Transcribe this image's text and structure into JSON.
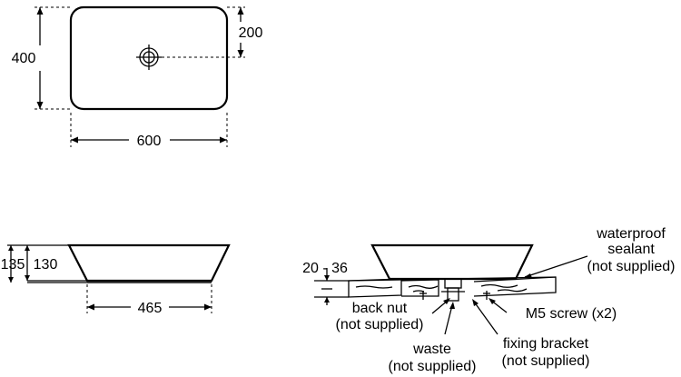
{
  "top_view": {
    "dim_depth": "400",
    "dim_waste_offset": "200",
    "dim_width": "600"
  },
  "side_view": {
    "dim_overall_height": "135",
    "dim_bowl_height": "130",
    "dim_base_width": "465"
  },
  "installation_view": {
    "dim_worktop_thickness": "20 - 36",
    "labels": {
      "sealant_line1": "waterproof",
      "sealant_line2": "sealant",
      "sealant_line3": "(not supplied)",
      "backnut_line1": "back nut",
      "backnut_line2": "(not supplied)",
      "screw": "M5 screw (x2)",
      "waste_line1": "waste",
      "waste_line2": "(not supplied)",
      "bracket_line1": "fixing bracket",
      "bracket_line2": "(not supplied)"
    }
  }
}
